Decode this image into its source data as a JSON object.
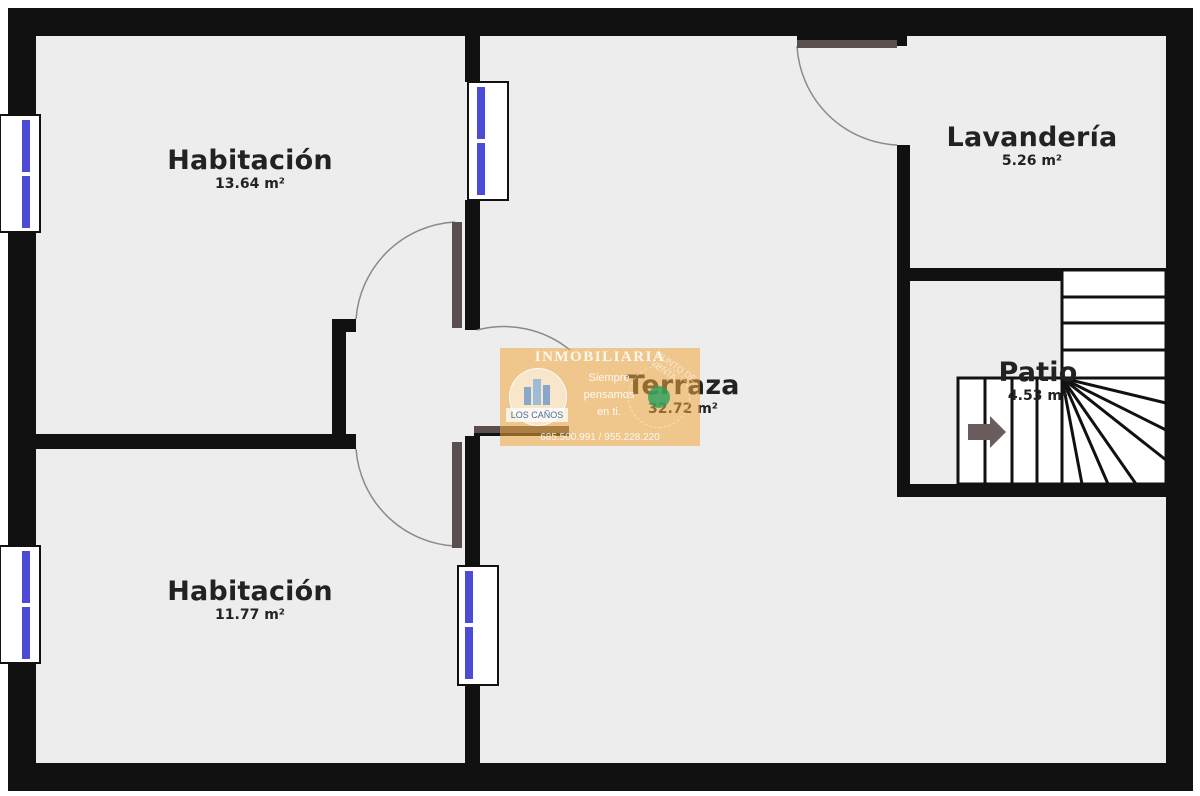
{
  "rooms": {
    "habitacion_top": {
      "name": "Habitación",
      "area": "13.64 m²"
    },
    "habitacion_bottom": {
      "name": "Habitación",
      "area": "11.77 m²"
    },
    "terraza": {
      "name": "Terraza",
      "area": "32.72 m²"
    },
    "lavanderia": {
      "name": "Lavandería",
      "area": "5.26 m²"
    },
    "patio": {
      "name": "Patio",
      "area": "4.53 m²"
    }
  },
  "watermark": {
    "title": "INMOBILIARIA",
    "brand": "LOS CAÑOS",
    "slogan": "Siempre pensamos en ti.",
    "seal_text": "PUNTO DE VENTA",
    "phones": "685.500.991 / 955.228.220"
  },
  "colors": {
    "wall": "#111111",
    "floor": "#ededed",
    "door": "#5a4e4e",
    "window_glass": "#4b4bd8",
    "watermark": "#f0a83c"
  }
}
